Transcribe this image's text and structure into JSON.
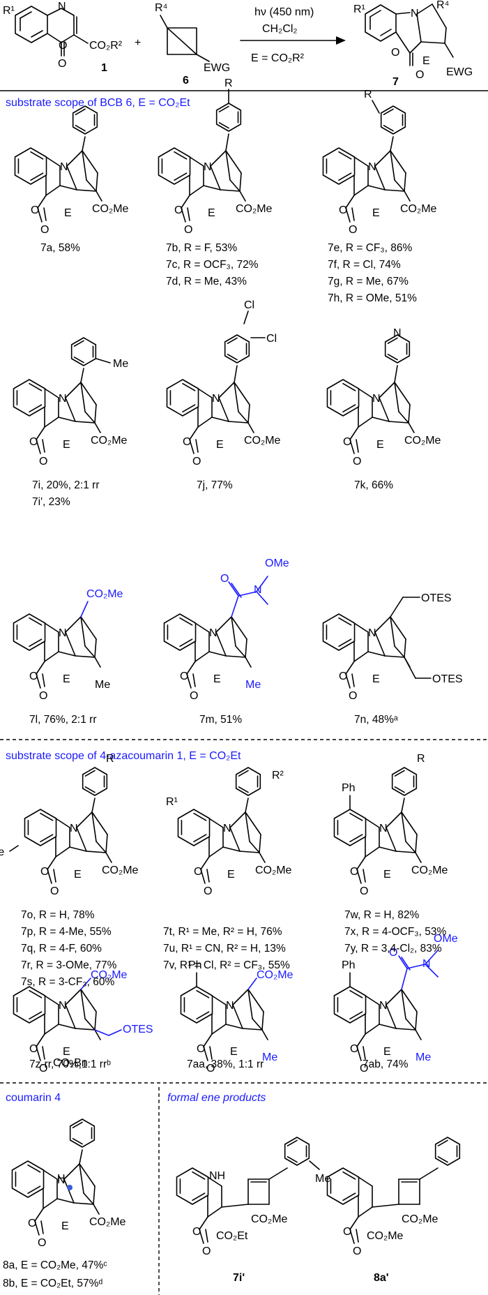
{
  "scheme": {
    "reactant1_label": "1",
    "reactant2_label": "6",
    "product_label": "7",
    "plus": "+",
    "condition_light": "hν (450 nm)",
    "condition_solvent": "CH₂Cl₂",
    "condition_E": "E = CO₂R²",
    "R1": "R¹",
    "R4": "R⁴",
    "CO2R2": "CO₂R²",
    "EWG": "EWG",
    "E": "E"
  },
  "sections": {
    "bcb": "substrate scope of BCB 6, E = CO₂Et",
    "aza": "substrate scope of 4-azacoumarin 1, E = CO₂Et",
    "coumarin": "coumarin 4",
    "ene": "formal ene products"
  },
  "atoms": {
    "N": "N",
    "O": "O",
    "H": "H",
    "NH": "NH",
    "E": "E",
    "Me": "Me",
    "Cl": "Cl",
    "Ph": "Ph",
    "R": "R",
    "R1": "R¹",
    "R2": "R²",
    "OMe": "OMe",
    "OTES": "OTES",
    "CO2Me": "CO₂Me",
    "CO2Et": "CO₂Et",
    "CO2Bn": "CO₂Bn"
  },
  "compounds": {
    "c7a": [
      "7a, 58%"
    ],
    "c7b": [
      "7b, R = F, 53%",
      "7c, R = OCF₃, 72%",
      "7d, R = Me, 43%"
    ],
    "c7e": [
      "7e, R = CF₃, 86%",
      "7f, R = Cl, 74%",
      "7g, R = Me, 67%",
      "7h, R = OMe, 51%"
    ],
    "c7i": [
      "7i, 20%, 2:1 rr",
      "7i', 23%"
    ],
    "c7j": [
      "7j, 77%"
    ],
    "c7k": [
      "7k, 66%"
    ],
    "c7l": [
      "7l, 76%, 2:1 rr"
    ],
    "c7m": [
      "7m, 51%"
    ],
    "c7n": [
      "7n, 48%ᵃ"
    ],
    "c7o": [
      "7o, R = H, 78%",
      "7p, R = 4-Me, 55%",
      "7q, R = 4-F, 60%",
      "7r, R = 3-OMe, 77%",
      "7s, R = 3-CF₃, 60%"
    ],
    "c7t": [
      "7t, R¹ = Me, R² = H, 76%",
      "7u, R¹ = CN, R² = H, 13%",
      "7v, R¹ = Cl, R² = CF₃, 55%"
    ],
    "c7w": [
      "7w, R = H, 82%",
      "7x, R = 4-OCF₃, 53%",
      "7y, R = 3,4-Cl₂, 83%"
    ],
    "c7z": [
      "7z-rr, 70%,1:1 rrᵇ"
    ],
    "c7aa": [
      "7aa, 38%, 1:1 rr"
    ],
    "c7ab": [
      "7ab, 74%"
    ],
    "c8a": [
      "8a, E = CO₂Me, 47%ᶜ",
      "8b, E = CO₂Et, 57%ᵈ"
    ],
    "c7ip": [
      "7i'"
    ],
    "c8ap": [
      "8a'"
    ]
  }
}
